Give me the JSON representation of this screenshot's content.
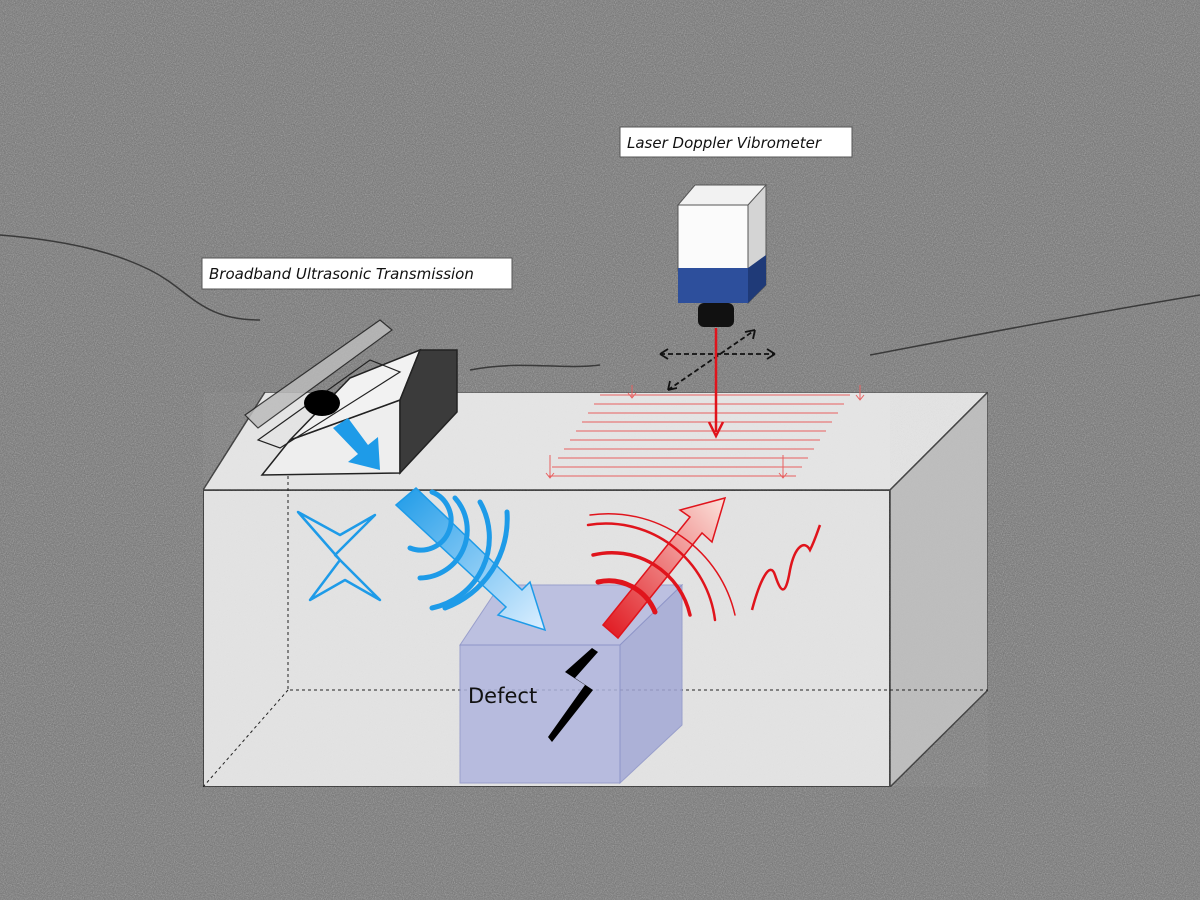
{
  "labels": {
    "ldv": "Laser Doppler Vibrometer",
    "transmission": "Broadband Ultrasonic Transmission",
    "defect": "Defect"
  },
  "colors": {
    "background": "#707070",
    "block": "#e4e4e4",
    "ultrasonic": "#1e9be8",
    "laser": "#e0141c",
    "defect_cube": "#aab0dc",
    "ldv_band": "#2d4f9c"
  }
}
